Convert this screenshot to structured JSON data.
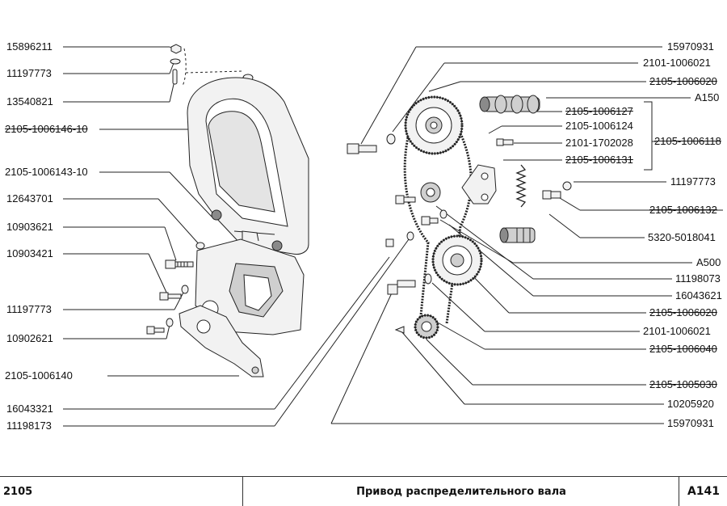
{
  "footer": {
    "model": "2105",
    "title": "Привод распределительного вала",
    "page_code": "A141"
  },
  "callouts_left": [
    {
      "text": "15896211"
    },
    {
      "text": "11197773"
    },
    {
      "text": "13540821"
    },
    {
      "text": "2105-1006146-10"
    },
    {
      "text": "2105-1006143-10"
    },
    {
      "text": "12643701"
    },
    {
      "text": "10903621"
    },
    {
      "text": "10903421"
    },
    {
      "text": "11197773"
    },
    {
      "text": "10902621"
    },
    {
      "text": "2105-1006140"
    },
    {
      "text": "16043321"
    },
    {
      "text": "11198173"
    }
  ],
  "callouts_right": [
    {
      "text": "15970931"
    },
    {
      "text": "2101-1006021"
    },
    {
      "text": "2105-1006020"
    },
    {
      "text": "A150"
    },
    {
      "text": "2105-1006127"
    },
    {
      "text": "2105-1006124"
    },
    {
      "text": "2105-1006118"
    },
    {
      "text": "2101-1702028"
    },
    {
      "text": "2105-1006131"
    },
    {
      "text": "11197773"
    },
    {
      "text": "2105-1006132"
    },
    {
      "text": "5320-5018041"
    },
    {
      "text": "A500"
    },
    {
      "text": "11198073"
    },
    {
      "text": "16043621"
    },
    {
      "text": "2105-1006020"
    },
    {
      "text": "2101-1006021"
    },
    {
      "text": "2105-1006040"
    },
    {
      "text": "2105-1005030"
    },
    {
      "text": "10205920"
    },
    {
      "text": "15970931"
    }
  ],
  "colors": {
    "line": "#222222",
    "fill_light": "#f2f2f2",
    "fill_mid": "#cfcfcf",
    "fill_dark": "#8a8a8a"
  }
}
